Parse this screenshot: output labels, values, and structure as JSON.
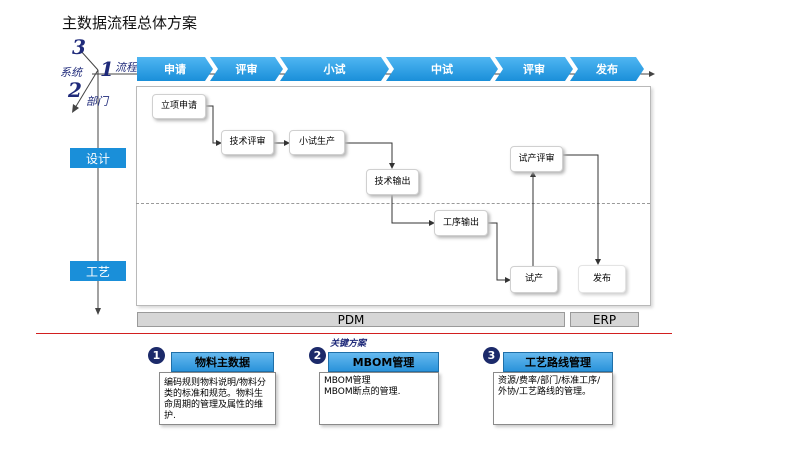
{
  "title": "主数据流程总体方案",
  "axis": {
    "num_system": "3",
    "label_system": "系统",
    "num_process": "1",
    "label_process": "流程",
    "num_dept": "2",
    "label_dept": "部门"
  },
  "stages": [
    "申请",
    "评审",
    "小试",
    "中试",
    "评审",
    "发布"
  ],
  "lanes": [
    "设计",
    "工艺"
  ],
  "nodes": {
    "n1": "立项申请",
    "n2": "技术评审",
    "n3": "小试生产",
    "n4": "技术输出",
    "n5": "工序输出",
    "n6": "试产评审",
    "n7": "试产",
    "n8": "发布"
  },
  "systems": [
    "PDM",
    "ERP"
  ],
  "key_solutions_label": "关键方案",
  "cards": [
    {
      "num": "1",
      "title": "物料主数据",
      "body": "编码规则物料说明/物料分类的标准和规范。物料生命周期的管理及属性的维护."
    },
    {
      "num": "2",
      "title": "MBOM管理",
      "body": "MBOM管理\nMBOM断点的管理."
    },
    {
      "num": "3",
      "title": "工艺路线管理",
      "body": "资源/费率/部门/标准工序/外协/工艺路线的管理。"
    }
  ],
  "colors": {
    "stage_blue": "#1a8fd9",
    "axis_navy": "#1f2a7a",
    "rule_red": "#d21f1f"
  }
}
